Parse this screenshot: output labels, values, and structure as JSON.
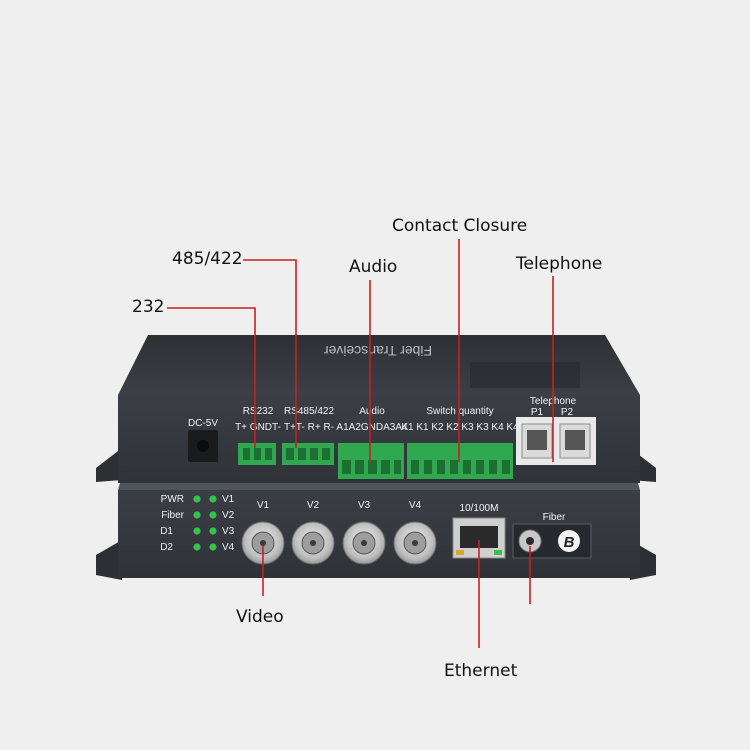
{
  "callouts": {
    "rs232": "232",
    "rs485": "485/422",
    "audio": "Audio",
    "contact": "Contact Closure",
    "telephone": "Telephone",
    "video": "Video",
    "ethernet": "Ethernet"
  },
  "top_unit": {
    "brand_text": "Fiber Transceiver",
    "dc_label": "DC-5V",
    "rs232_label": "RS232",
    "rs232_pins": "T+ GNDT-",
    "rs485_label": "RS485/422",
    "rs485_pins": "T+T- R+ R-",
    "audio_label": "Audio",
    "audio_pins": "A1A2GNDA3A4",
    "switch_label": "Switch quantity",
    "switch_pins": "K1 K1 K2 K2 K3 K3 K4 K4",
    "phone_label": "Telephone",
    "phone_p1": "P1",
    "phone_p2": "P2"
  },
  "bottom_unit": {
    "led_labels": [
      "PWR",
      "Fiber",
      "D1",
      "D2"
    ],
    "led_v_labels": [
      "V1",
      "V2",
      "V3",
      "V4"
    ],
    "bnc_labels": [
      "V1",
      "V2",
      "V3",
      "V4"
    ],
    "eth_label": "10/100M",
    "fiber_label": "Fiber",
    "fiber_badge": "B"
  },
  "colors": {
    "background": "#efefef",
    "device_body": "#3a3e44",
    "terminal_green": "#2fa84f",
    "led_green": "#35c24a",
    "callout_line": "#cc1f1f"
  }
}
